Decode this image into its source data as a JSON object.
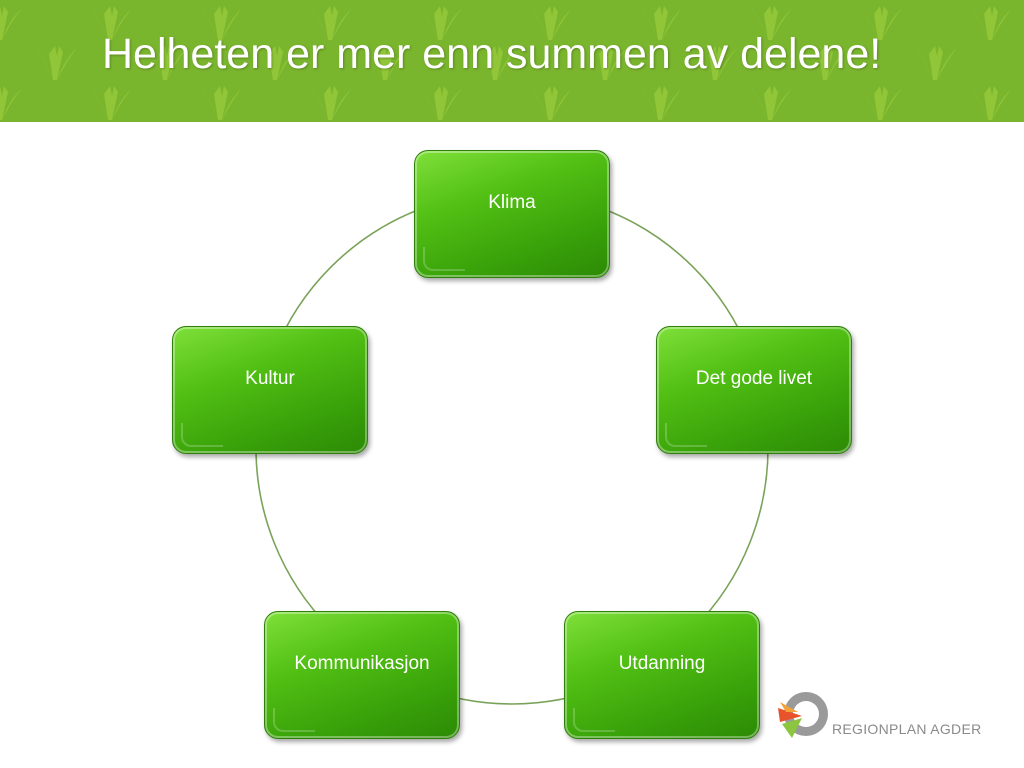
{
  "slide": {
    "title": "Helheten er mer enn summen av delene!"
  },
  "diagram": {
    "nodes": [
      {
        "label": "Klima"
      },
      {
        "label": "Det gode livet"
      },
      {
        "label": "Utdanning"
      },
      {
        "label": "Kommunikasjon"
      },
      {
        "label": "Kultur"
      }
    ]
  },
  "logo": {
    "text": "REGIONPLAN AGDER"
  },
  "colors": {
    "header": "#7ab52e",
    "node": "#46b20f",
    "ring": "#7aa35a"
  }
}
